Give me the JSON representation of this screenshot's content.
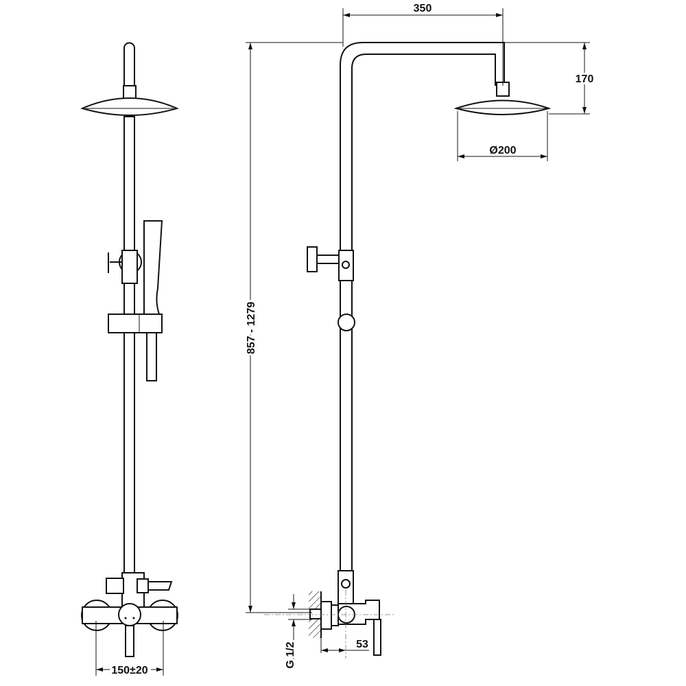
{
  "dimensions": {
    "arm_length": "350",
    "head_height": "170",
    "head_diameter": "Ø200",
    "height_range": "857 - 1279",
    "connection_thread": "G 1/2",
    "valve_depth": "53",
    "inlet_spacing": "150±20"
  }
}
